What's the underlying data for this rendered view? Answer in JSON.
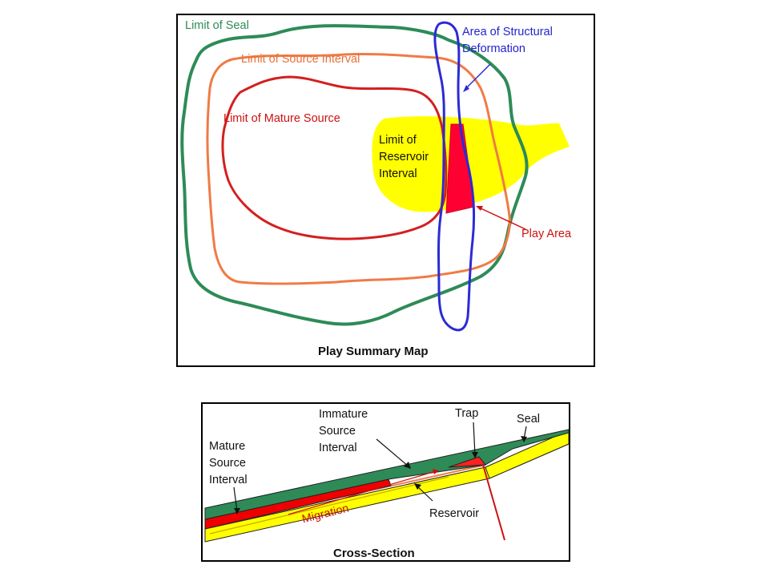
{
  "map": {
    "title": "Play Summary Map",
    "labels": {
      "seal": "Limit of Seal",
      "source_interval": "Limit of Source Interval",
      "mature_source": "Limit of Mature Source",
      "reservoir": [
        "Limit of",
        "Reservoir",
        "Interval"
      ],
      "structural": [
        "Area of Structural",
        "Deformation"
      ],
      "play_area": "Play Area"
    }
  },
  "cross_section": {
    "title": "Cross-Section",
    "labels": {
      "mature_source": [
        "Mature",
        "Source",
        "Interval"
      ],
      "immature_source": [
        "Immature",
        "Source",
        "Interval"
      ],
      "trap": "Trap",
      "seal": "Seal",
      "reservoir": "Reservoir",
      "migration": "Migration"
    }
  },
  "colors": {
    "seal": "#2e8b57",
    "source_interval": "#f07b45",
    "mature_source": "#d41f1f",
    "reservoir": "#ffff00",
    "structural": "#2b2bd6",
    "play_area": "#ff0033"
  }
}
